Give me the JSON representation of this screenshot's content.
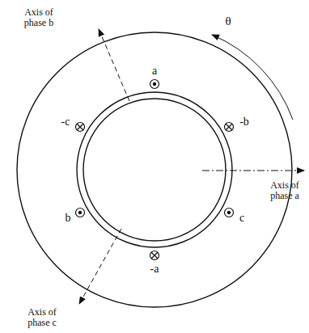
{
  "diagram": {
    "labels": [
      "Axis of phase b",
      "θ",
      "a",
      "-c",
      "-b",
      "Axis of phase a",
      "b",
      "c",
      "-a",
      "Axis of phase c"
    ]
  }
}
